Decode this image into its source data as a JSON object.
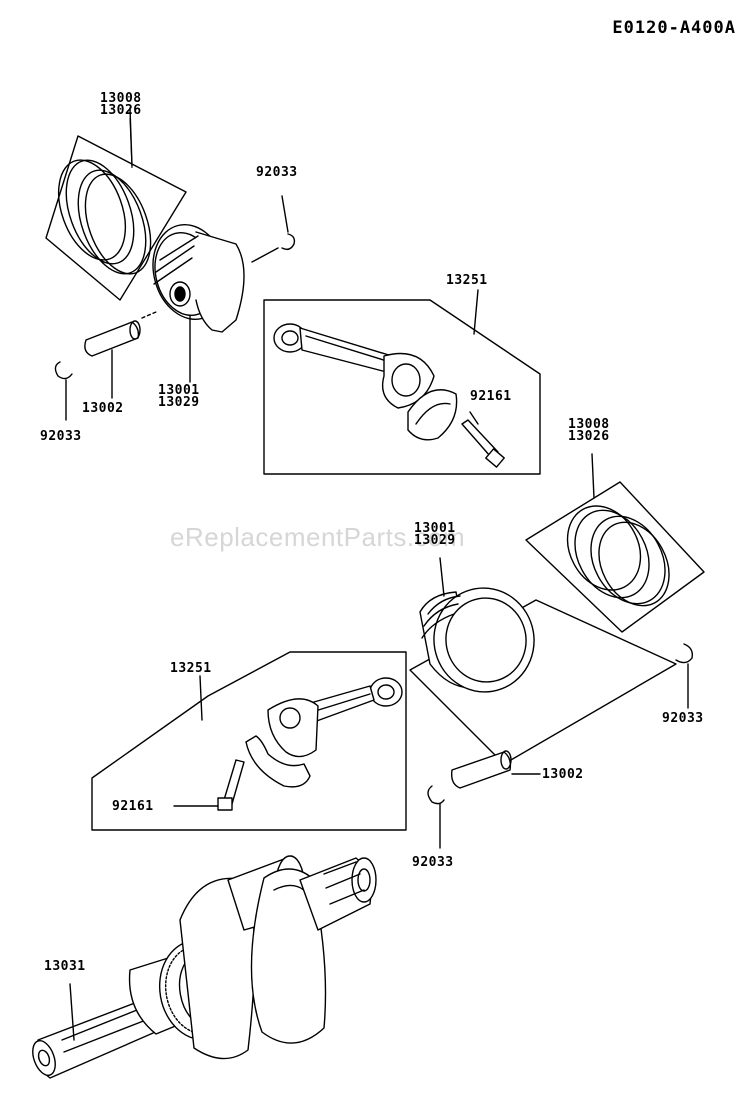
{
  "diagram_id": "E0120-A400A",
  "watermark": "eReplacementParts.com",
  "labels": {
    "rings_a_1": "13008",
    "rings_a_2": "13026",
    "clip_a": "92033",
    "rod_a": "13251",
    "piston_a_1": "13001",
    "piston_a_2": "13029",
    "pin_a": "13002",
    "clip_b": "92033",
    "bolt_a": "92161",
    "rings_b_1": "13008",
    "rings_b_2": "13026",
    "piston_b_1": "13001",
    "piston_b_2": "13029",
    "rod_b": "13251",
    "clip_c": "92033",
    "bolt_b": "92161",
    "pin_b": "13002",
    "clip_d": "92033",
    "crankshaft": "13031"
  }
}
